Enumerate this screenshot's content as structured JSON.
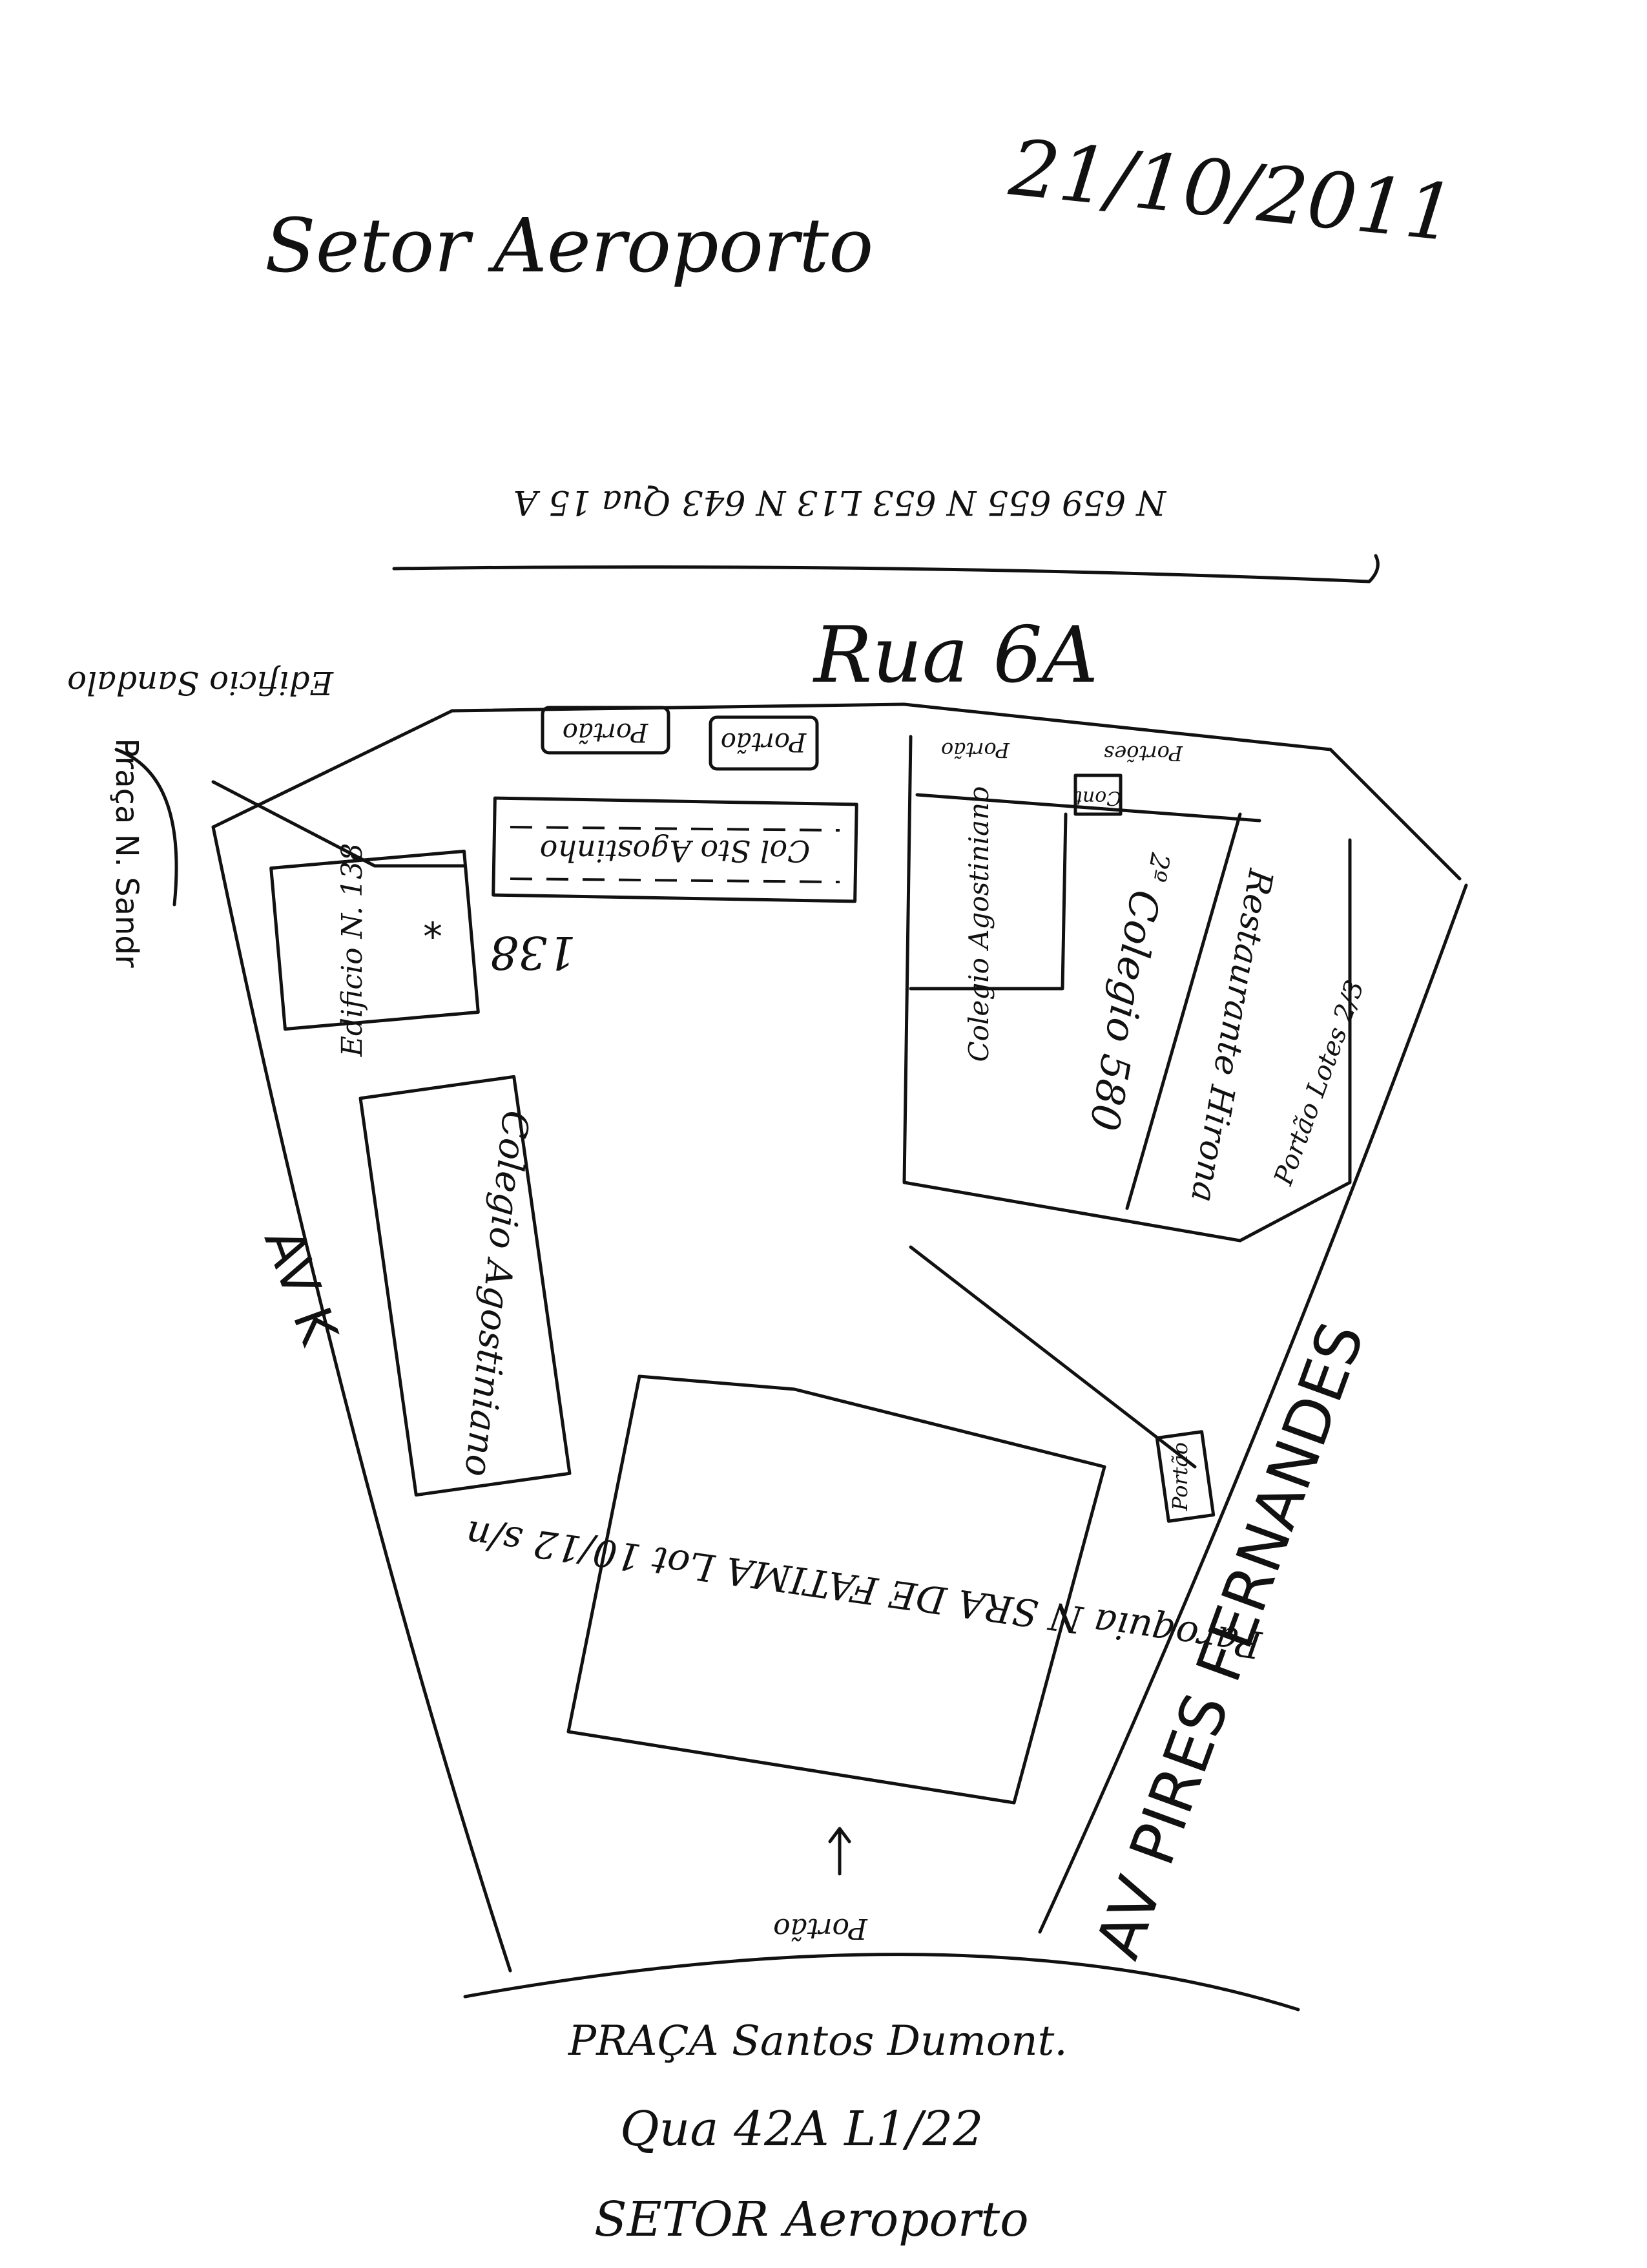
{
  "header": {
    "date": "21/10/2011",
    "title": "Setor Aeroporto"
  },
  "top_street": {
    "numbers_text": "N 659   655 N 653   L13 N 643 Qua 15 A",
    "name": "Rua 6A"
  },
  "left_corner": {
    "edificio": "Edificio Sandalo",
    "praca": "Praça N. Sandr"
  },
  "buildings": {
    "portao_1": "Portão",
    "portao_2": "Portão",
    "col_sto_agostinho": "Col Sto Agostinho",
    "edificio_138": "Edificio N. 138",
    "num_138": "138",
    "colegio_agostiniano_left": "Colegio Agostiniano",
    "colegio_agostiniano_right": "Colegio Agostiniano",
    "portao_top_right": "Portão",
    "portoes": "Portões",
    "cont": "Cont",
    "num_2o": "2º",
    "colegio_580": "Colegio 580",
    "restaurante": "Restaurante Hirona",
    "portao_lotes": "Portão Lotes 2/3",
    "paroquia": "Paroquia N SRA DE FATIMA Lot 10/12 s/n",
    "portao_right": "Portão",
    "portao_bottom": "Portão"
  },
  "streets": {
    "av_k": "AV K",
    "av_pires": "AV PIRES FERNANDES"
  },
  "footer": {
    "praca": "PRAÇA Santos Dumont.",
    "qua": "Qua 42A L1/22",
    "setor": "SETOR Aeroporto"
  }
}
